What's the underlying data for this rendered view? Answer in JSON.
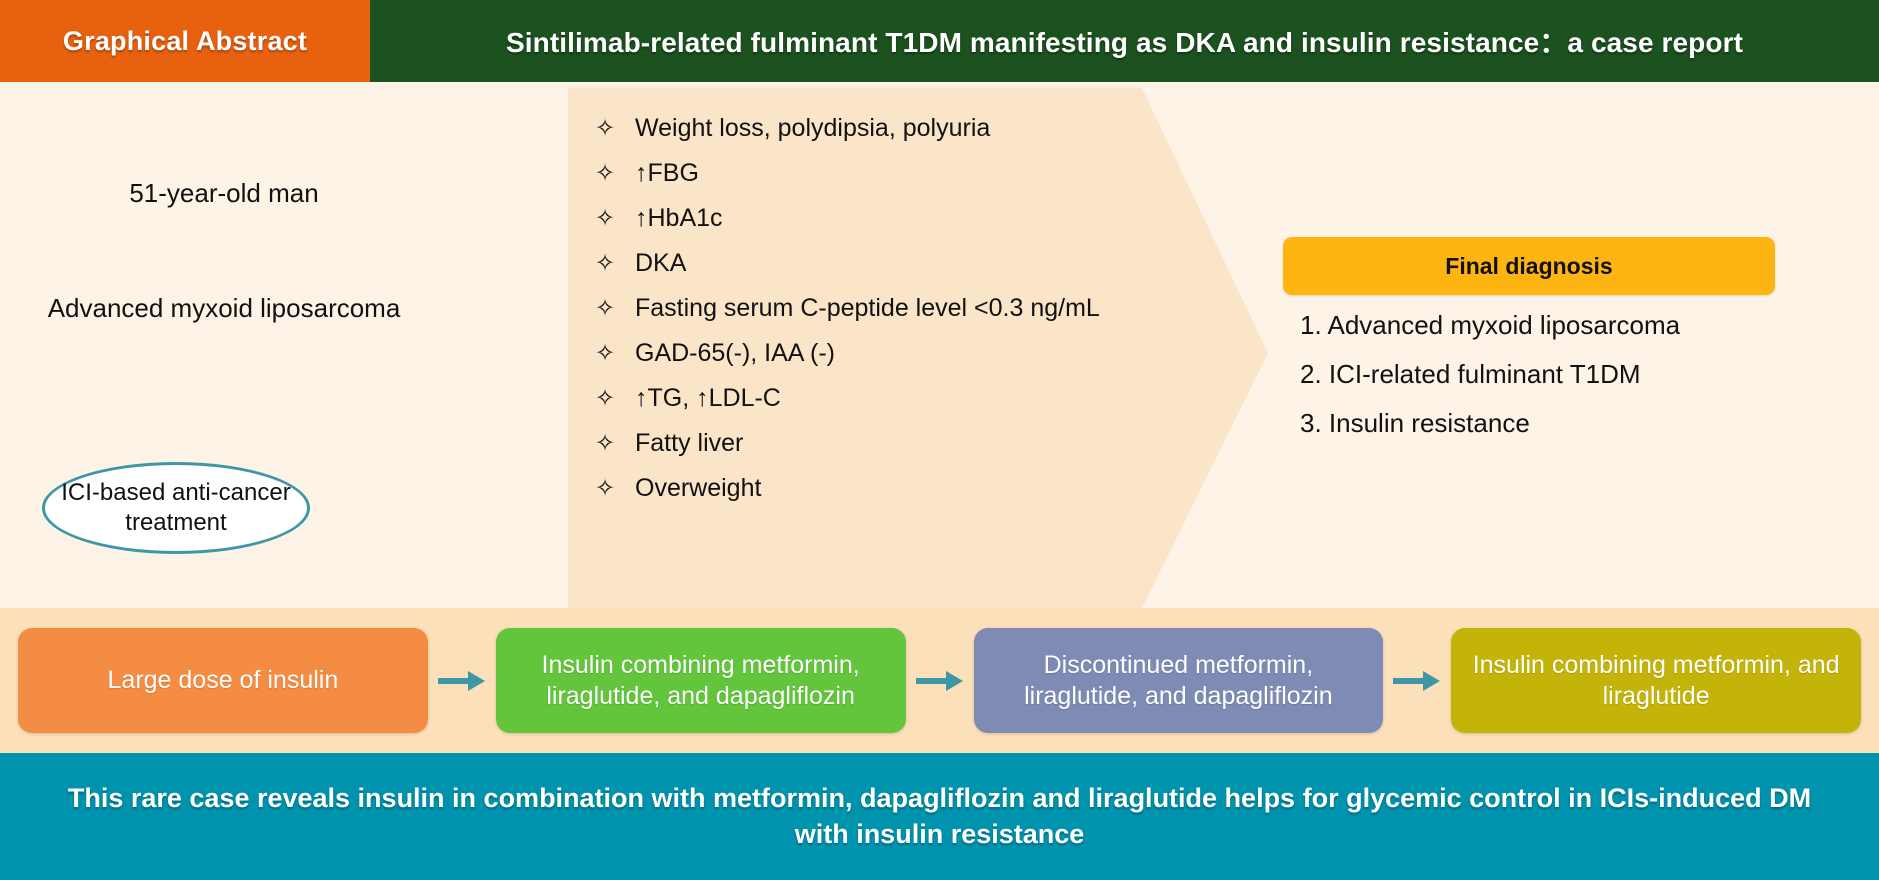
{
  "header": {
    "badge_label": "Graphical Abstract",
    "title": "Sintilimab-related fulminant T1DM manifesting as DKA and insulin resistance：a case report",
    "badge_color": "#E8610E",
    "title_bg_color": "#1C5220"
  },
  "patient": {
    "age_label": "51-year-old man",
    "diagnosis_label": "Advanced myxoid liposarcoma",
    "treatment_ellipse_label": "ICI-based anti-cancer treatment",
    "ellipse_border_color": "#3E97A6"
  },
  "findings": {
    "bullet_icon": "✧",
    "items": [
      "Weight loss, polydipsia, polyuria",
      "↑FBG",
      "↑HbA1c",
      "DKA",
      "Fasting serum C-peptide level <0.3 ng/mL",
      "GAD-65(-), IAA (-)",
      "↑TG, ↑LDL-C",
      "Fatty liver",
      "Overweight"
    ],
    "panel_color": "#FBE5C9"
  },
  "final_diagnosis": {
    "header_label": "Final diagnosis",
    "header_color": "#FFB511",
    "items": [
      "1. Advanced myxoid liposarcoma",
      "2. ICI-related fulminant T1DM",
      "3. Insulin resistance"
    ]
  },
  "treatment_flow": {
    "band_color": "#FBE0BA",
    "arrow_icon": "arrow-right-icon",
    "arrow_color": "#3E97A6",
    "steps": [
      {
        "label": "Large dose of insulin",
        "color": "#F58C43"
      },
      {
        "label": "Insulin combining metformin, liraglutide, and dapagliflozin",
        "color": "#62C53C"
      },
      {
        "label": "Discontinued metformin, liraglutide, and dapagliflozin",
        "color": "#7E8BB4"
      },
      {
        "label": "Insulin combining metformin, and liraglutide",
        "color": "#C4B40A"
      }
    ]
  },
  "conclusion": {
    "text": "This rare case reveals insulin in combination with metformin, dapagliflozin and liraglutide helps for glycemic control in ICIs-induced DM with insulin resistance",
    "bg_color": "#0093AE"
  }
}
